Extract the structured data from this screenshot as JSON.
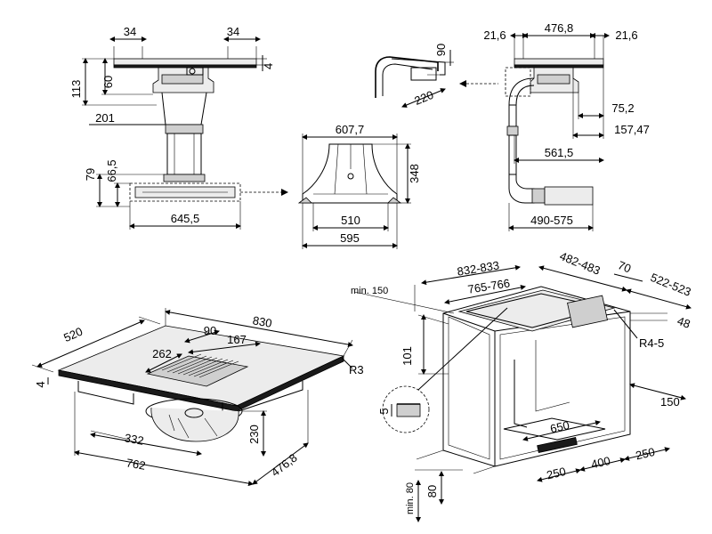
{
  "top_left": {
    "d_34a": "34",
    "d_34b": "34",
    "d_4": "4",
    "d_113": "113",
    "d_60": "60",
    "d_201": "201",
    "d_79": "79",
    "d_66_5": "66,5",
    "d_645_5": "645,5"
  },
  "top_middle": {
    "d_607_7": "607,7",
    "d_348": "348",
    "d_510": "510",
    "d_595": "595"
  },
  "top_small": {
    "d_90": "90",
    "d_220": "220"
  },
  "top_right": {
    "d_21_6a": "21,6",
    "d_476_8": "476,8",
    "d_21_6b": "21,6",
    "d_75_2": "75,2",
    "d_157_47": "157,47",
    "d_561_5": "561,5",
    "d_490_575": "490-575"
  },
  "bottom_left": {
    "d_830": "830",
    "d_520": "520",
    "d_90": "90",
    "d_167": "167",
    "d_262": "262",
    "d_r3": "R3",
    "d_4": "4",
    "d_332": "332",
    "d_230": "230",
    "d_762": "762",
    "d_476_8": "476,8"
  },
  "bottom_right": {
    "d_min150": "min. 150",
    "d_832_833": "832-833",
    "d_765_766": "765-766",
    "d_482_483": "482-483",
    "d_70": "70",
    "d_522_523": "522-523",
    "d_48": "48",
    "d_r4_5": "R4-5",
    "d_101": "101",
    "d_5": "5",
    "d_150": "150",
    "d_650": "650",
    "d_250a": "250",
    "d_400": "400",
    "d_250b": "250",
    "d_min80": "min. 80",
    "d_80": "80"
  }
}
